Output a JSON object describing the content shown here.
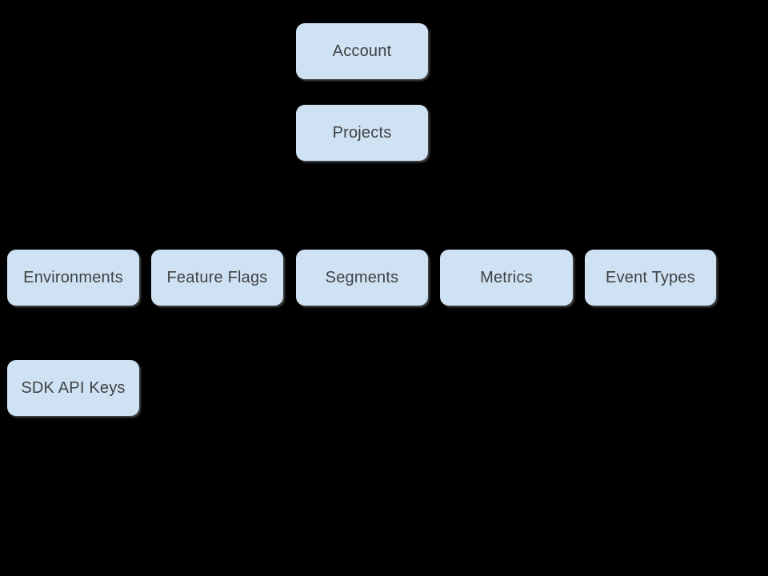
{
  "canvas": {
    "background_color": "#000000"
  },
  "node_style": {
    "fill_color": "#cfe2f3",
    "text_color": "#3f4245",
    "shadow_color": "#828282"
  },
  "nodes": [
    {
      "id": "account",
      "label": "Account"
    },
    {
      "id": "projects",
      "label": "Projects"
    },
    {
      "id": "environments",
      "label": "Environments"
    },
    {
      "id": "feature-flags",
      "label": "Feature Flags"
    },
    {
      "id": "segments",
      "label": "Segments"
    },
    {
      "id": "metrics",
      "label": "Metrics"
    },
    {
      "id": "event-types",
      "label": "Event Types"
    },
    {
      "id": "sdk-api-keys",
      "label": "SDK API Keys"
    }
  ],
  "rows": [
    [
      "Account"
    ],
    [
      "Projects"
    ],
    [
      "Environments",
      "Feature Flags",
      "Segments",
      "Metrics",
      "Event Types"
    ],
    [
      "SDK API Keys"
    ]
  ]
}
